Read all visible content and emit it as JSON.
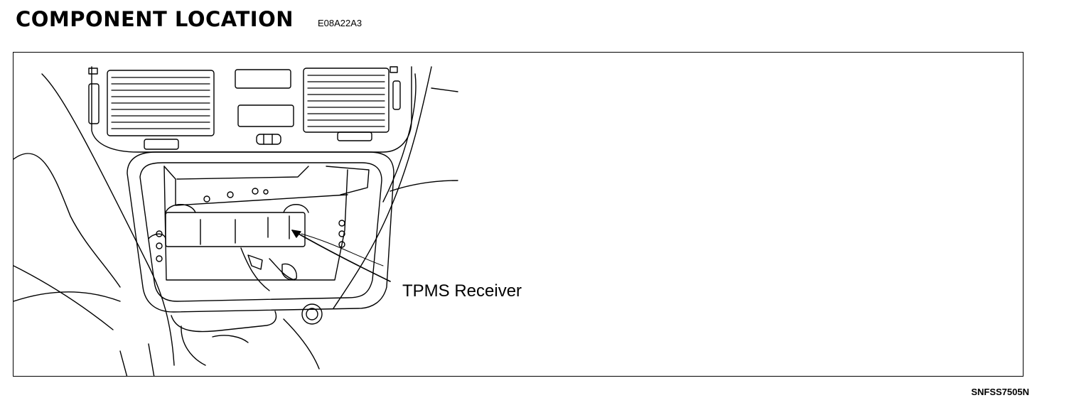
{
  "header": {
    "title": "COMPONENT LOCATION",
    "code": "E08A22A3"
  },
  "figure": {
    "callout_label": "TPMS Receiver",
    "figure_id": "SNFSS7505N"
  }
}
